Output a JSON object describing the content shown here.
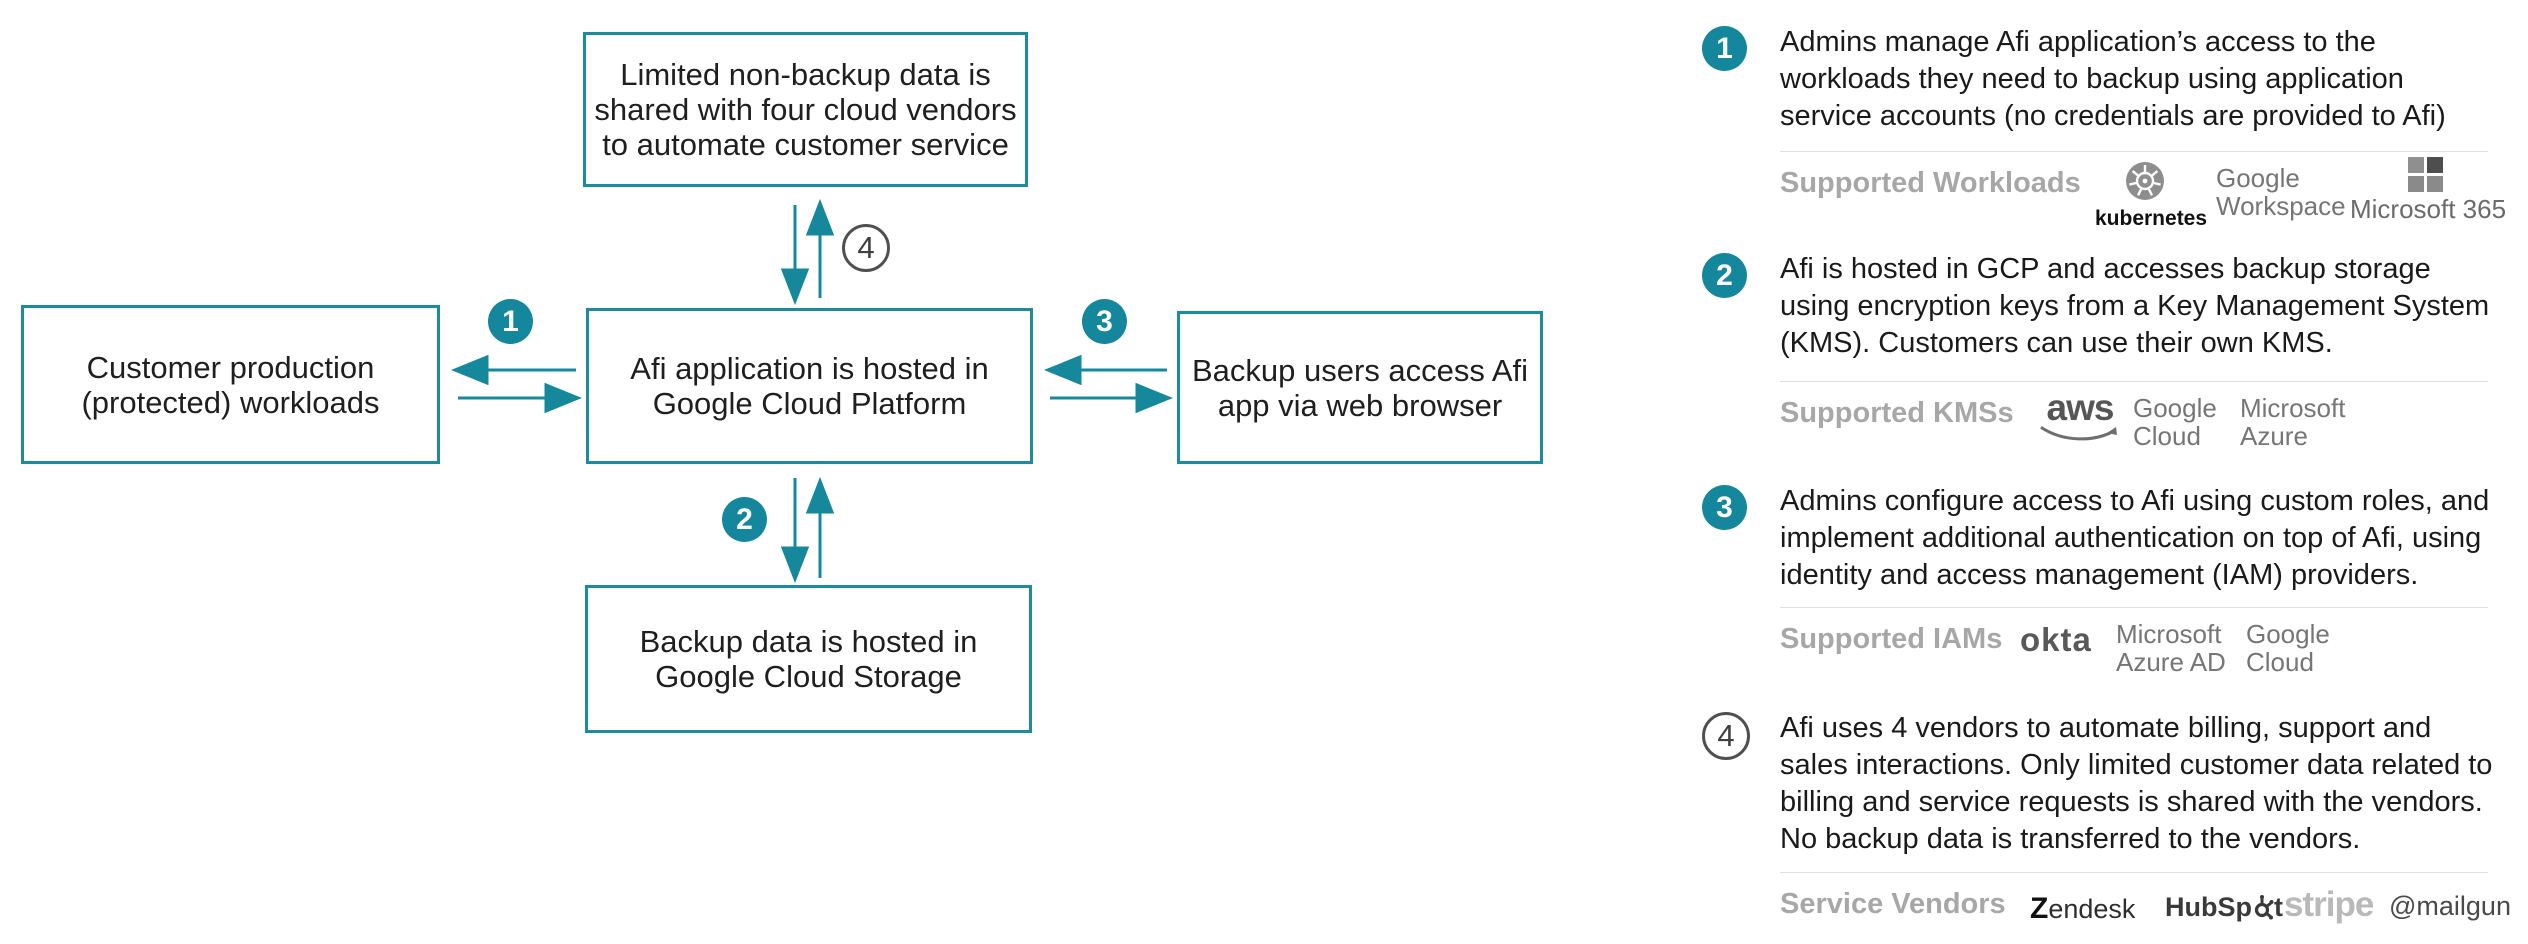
{
  "colors": {
    "teal": "#16889c",
    "outline_gray": "#505050",
    "label_gray": "#a7a7a7",
    "logo_gray": "#767676",
    "text_dark": "#1a1a1a"
  },
  "diagram": {
    "boxes": {
      "top": {
        "lines": [
          "Limited non-backup data is",
          "shared with four cloud vendors",
          "to automate customer service"
        ]
      },
      "left": {
        "lines": [
          "Customer production",
          "(protected) workloads"
        ]
      },
      "center": {
        "lines": [
          "Afi application is hosted in",
          "Google Cloud Platform"
        ]
      },
      "right": {
        "lines": [
          "Backup users access Afi",
          "app via web browser"
        ]
      },
      "bottom": {
        "lines": [
          "Backup data is hosted in",
          "Google Cloud Storage"
        ]
      }
    },
    "badges": {
      "one": "1",
      "two": "2",
      "three": "3",
      "four": "4"
    }
  },
  "notes": [
    {
      "number": "1",
      "lines": [
        "Admins manage Afi application’s access to the",
        "workloads they need to backup using application",
        "service accounts (no credentials are provided to Afi)"
      ],
      "label": "Supported Workloads",
      "logos": {
        "kubernetes": "kubernetes",
        "google_workspace": [
          "Google",
          "Workspace"
        ],
        "microsoft_365": "Microsoft 365"
      }
    },
    {
      "number": "2",
      "lines": [
        "Afi is hosted in GCP and accesses backup storage",
        "using encryption keys from a Key Management System",
        "(KMS). Customers can use their own KMS."
      ],
      "label": "Supported KMSs",
      "logos": {
        "aws": "aws",
        "google_cloud": [
          "Google",
          "Cloud"
        ],
        "microsoft_azure": [
          "Microsoft",
          "Azure"
        ]
      }
    },
    {
      "number": "3",
      "lines": [
        "Admins configure access to Afi using custom roles, and",
        "implement additional authentication on top of Afi, using",
        "identity and access management (IAM) providers."
      ],
      "label": "Supported IAMs",
      "logos": {
        "okta": "okta",
        "microsoft_azure_ad": [
          "Microsoft",
          "Azure AD"
        ],
        "google_cloud": [
          "Google",
          "Cloud"
        ]
      }
    },
    {
      "number": "4",
      "lines": [
        "Afi uses 4 vendors to automate billing, support and",
        "sales interactions. Only limited customer data related to",
        "billing and service requests is shared with the vendors.",
        "No backup data is transferred to the vendors."
      ],
      "label": "Service Vendors",
      "logos": {
        "zendesk": {
          "mark": "Z",
          "text": "endesk"
        },
        "hubspot": {
          "pre": "HubSp",
          "post": "t"
        },
        "stripe": "stripe",
        "mailgun": "@mailgun"
      }
    }
  ]
}
